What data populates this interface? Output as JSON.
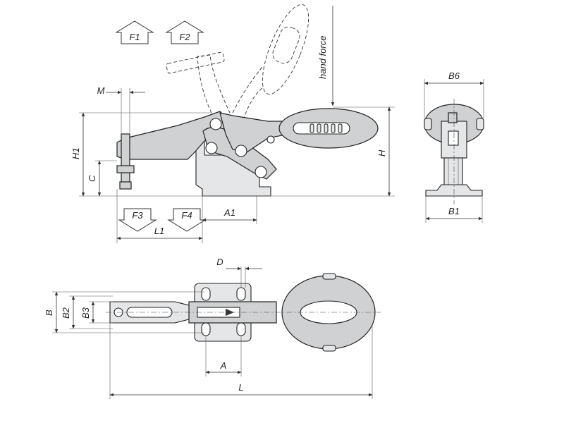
{
  "labels": {
    "F1": "F1",
    "F2": "F2",
    "F3": "F3",
    "F4": "F4",
    "M": "M",
    "H1": "H1",
    "C": "C",
    "H": "H",
    "A1": "A1",
    "L1": "L1",
    "hand_force": "hand force",
    "B6": "B6",
    "B1": "B1",
    "D": "D",
    "B": "B",
    "B2": "B2",
    "B3": "B3",
    "A": "A",
    "L": "L"
  }
}
